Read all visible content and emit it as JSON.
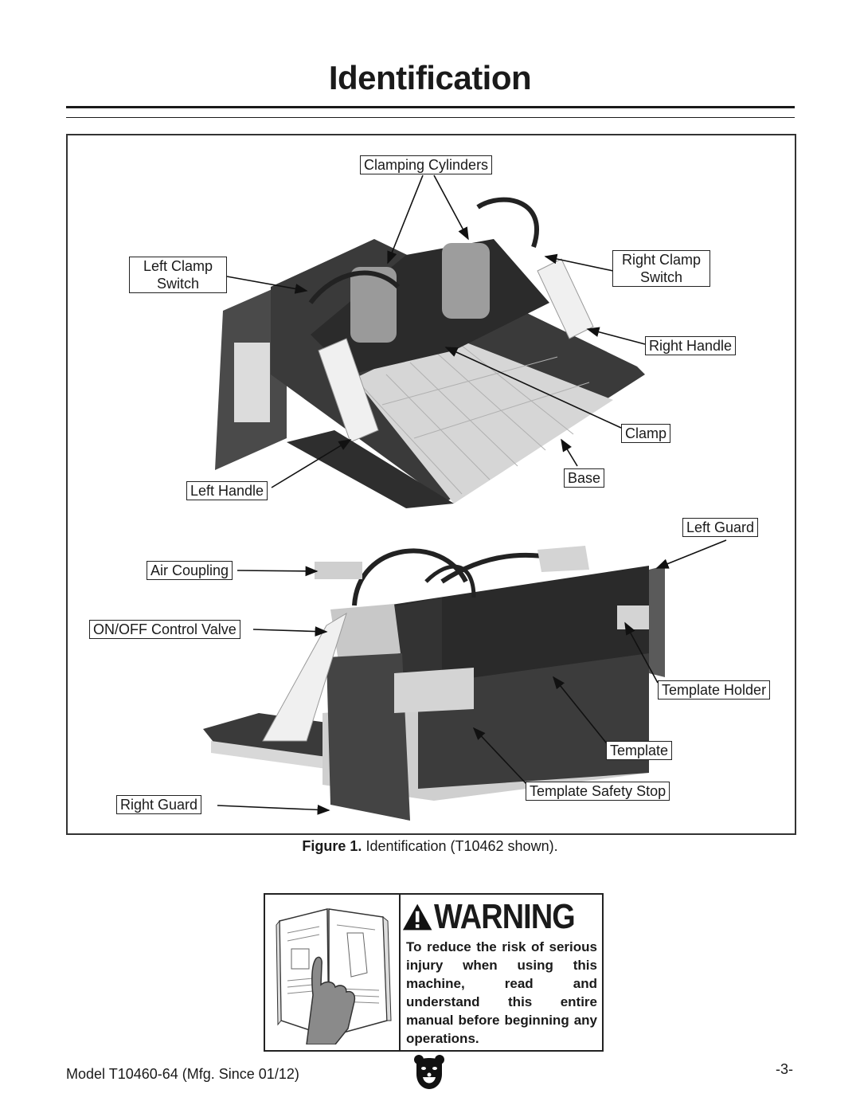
{
  "page": {
    "title": "Identification"
  },
  "figure": {
    "labels": {
      "clamping_cylinders": "Clamping Cylinders",
      "left_clamp_switch": "Left Clamp Switch",
      "right_clamp_switch": "Right Clamp Switch",
      "right_handle": "Right Handle",
      "clamp": "Clamp",
      "base": "Base",
      "left_handle": "Left Handle",
      "left_guard": "Left Guard",
      "air_coupling": "Air Coupling",
      "on_off_control_valve": "ON/OFF Control Valve",
      "template_holder": "Template Holder",
      "template": "Template",
      "template_safety_stop": "Template Safety Stop",
      "right_guard": "Right Guard"
    },
    "caption_prefix": "Figure 1.",
    "caption_text": " Identification (T10462 shown)."
  },
  "warning": {
    "heading": "WARNING",
    "body": "To reduce the risk of serious injury when using this machine, read and understand this entire manual before beginning any operations."
  },
  "footer": {
    "model": "Model T10460-64 (Mfg. Since 01/12)",
    "page_number": "-3-"
  }
}
